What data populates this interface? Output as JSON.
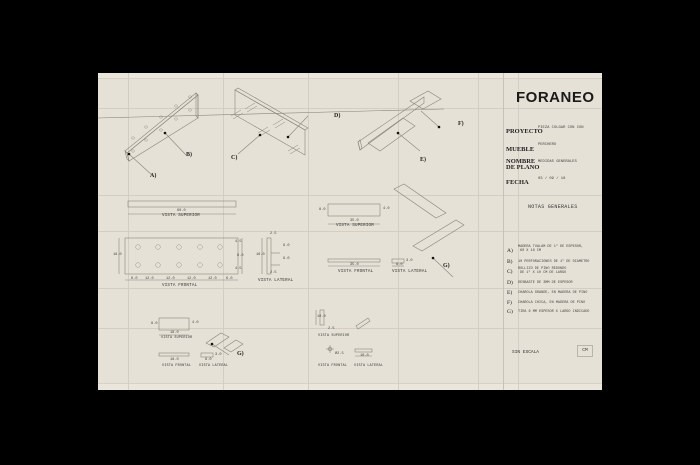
{
  "title_block": {
    "brand": "FORANEO",
    "fields": [
      {
        "label": "PROYECTO",
        "value": "PIEZA COLGAR CON CON"
      },
      {
        "label": "MUEBLE",
        "value": "PERCHERO"
      },
      {
        "label": "NOMBRE DE PLANO",
        "label_line1": "NOMBRE",
        "label_line2": "DE PLANO",
        "value": "MEDIDAS GENERALES"
      },
      {
        "label": "FECHA",
        "value": "03 / 09 / 18"
      }
    ],
    "notes_title": "NOTAS GENERALES",
    "notes": [
      {
        "key": "A)",
        "line1": "MADERA TUALAM DE 1\" DE ESPESOR,",
        "line2": "60 X 18 CM"
      },
      {
        "key": "B)",
        "line1": "10 PERFORACIONES DE 1\" DE DIAMETRO",
        "line2": ""
      },
      {
        "key": "C)",
        "line1": "ROLLIZO DE PINO REDONDO",
        "line2": "DE 1\" X 10 CM DE LARGO"
      },
      {
        "key": "D)",
        "line1": "DESBASTE DE 3MM DE ESPESOR",
        "line2": ""
      },
      {
        "key": "E)",
        "line1": "CHAROLA GRANDE, EN MADERA DE PINO",
        "line2": ""
      },
      {
        "key": "F)",
        "line1": "CHAROLA CHICA, EN MADERA DE PINO",
        "line2": ""
      },
      {
        "key": "G)",
        "line1": "TIRA 6 MM ESPESOR X LARGO INDICADO",
        "line2": ""
      }
    ],
    "scale": "SIN ESCALA",
    "unit": "CM"
  },
  "callouts": {
    "a": "A)",
    "b": "B)",
    "c": "C)",
    "d": "D)",
    "e": "E)",
    "f": "F)",
    "g1": "G)",
    "g2": "G)"
  },
  "views": {
    "board": {
      "top_caption": "VISTA SUPERIOR",
      "front_caption": "VISTA FRONTAL",
      "side_caption": "VISTA LATERAL",
      "top_width": "60.0",
      "front_height": "18.0",
      "front_offsets": [
        "6.0",
        "12.0",
        "12.0",
        "12.0",
        "12.0",
        "6.0"
      ],
      "front_right": [
        "4.5",
        "9.0",
        "4.5"
      ],
      "side_height": "18.0",
      "side_top": "2.5",
      "side_bottom": "2.5",
      "side_right": [
        "9.0",
        "9.0"
      ]
    },
    "tray_large": {
      "top_caption": "VISTA SUPERIOR",
      "front_caption": "VISTA FRONTAL",
      "side_caption": "VISTA LATERAL",
      "top_width": "35.0",
      "top_height": "8.0",
      "top_right": "4.0",
      "front_width": "35.0",
      "side_width": "8.0",
      "side_height": "3.0"
    },
    "tray_small": {
      "top_caption": "VISTA SUPERIOR",
      "front_caption": "VISTA FRONTAL",
      "side_caption": "VISTA LATERAL",
      "top_width": "18.0",
      "top_height": "8.0",
      "top_right": "4.0",
      "front_width": "18.0",
      "side_width": "8.0",
      "side_height": "3.0"
    },
    "peg": {
      "top_caption": "VISTA SUPERIOR",
      "front_caption": "VISTA FRONTAL",
      "side_caption": "VISTA LATERAL",
      "top_height": "10.0",
      "top_width": "2.5",
      "front_dia": "Ø2.5",
      "side_width": "10.0"
    }
  }
}
